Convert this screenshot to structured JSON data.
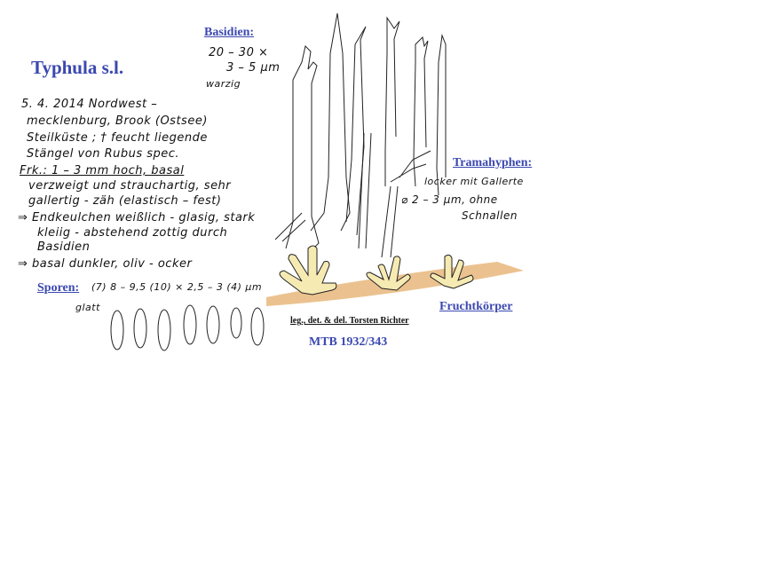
{
  "title": "Typhula s.l.",
  "notes": {
    "lines": [
      "5. 4. 2014 Nordwest –",
      "mecklenburg, Brook (Ostsee)",
      "Steilküste ; † feucht liegende",
      "Stängel von Rubus spec.",
      "Frk.: 1 – 3 mm hoch, basal",
      "verzweigt und strauchartig, sehr",
      "gallertig - zäh (elastisch – fest)",
      "⇒ Endkeulchen weißlich - glasig, stark",
      "kleiig - abstehend zottig durch",
      "Basidien",
      "⇒ basal dunkler, oliv - ocker"
    ]
  },
  "basidien": {
    "label": "Basidien:",
    "size": "20 – 30 ×",
    "size2": "3 – 5 µm",
    "surface": "warzig"
  },
  "tramahyphen": {
    "label": "Tramahyphen:",
    "line1": "locker mit Gallerte",
    "line2": "⌀ 2 – 3 µm, ohne",
    "line3": "Schnallen"
  },
  "sporen": {
    "label": "Sporen:",
    "size": "(7) 8 – 9,5 (10) × 2,5 – 3 (4) µm",
    "surface": "glatt",
    "count": 7
  },
  "fruchtkoerper": {
    "label": "Fruchtkörper"
  },
  "credit": "leg., det. & del. Torsten Richter",
  "mtb": "MTB 1932/343",
  "colors": {
    "label_blue": "#3b48b0",
    "fruitbody": "#f3e3a0",
    "substrate": "#e2a860"
  }
}
